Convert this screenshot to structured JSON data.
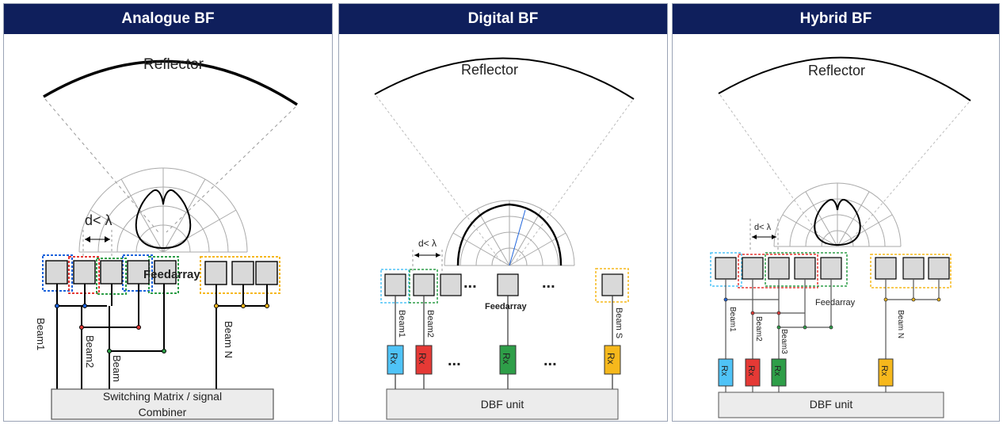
{
  "panels": {
    "analogue": {
      "title": "Analogue BF",
      "reflector": "Reflector",
      "spacing": "d< λ",
      "feedarray": "Feedarray",
      "beams": [
        "Beam1",
        "Beam2",
        "Beam"
      ],
      "beam_n": "Beam N",
      "combiner_line1": "Switching Matrix / signal",
      "combiner_line2": "Combiner"
    },
    "digital": {
      "title": "Digital  BF",
      "reflector": "Reflector",
      "spacing": "d< λ",
      "feedarray": "Feedarray",
      "beams": [
        "Beam1",
        "Beam2"
      ],
      "beam_s": "Beam S",
      "rx": "Rx",
      "ellipsis": "...",
      "unit": "DBF unit"
    },
    "hybrid": {
      "title": "Hybrid  BF",
      "reflector": "Reflector",
      "spacing": "d< λ",
      "feedarray": "Feedarray",
      "beams": [
        "Beam1",
        "Beam2",
        "Beam3"
      ],
      "beam_n": "Beam N",
      "rx": "Rx",
      "unit": "DBF unit"
    }
  },
  "colors": {
    "header": "#0f1f5c",
    "rx_blue": "#4fc3f7",
    "rx_red": "#e53935",
    "rx_green": "#2e9e48",
    "rx_yellow": "#f6b81c"
  }
}
